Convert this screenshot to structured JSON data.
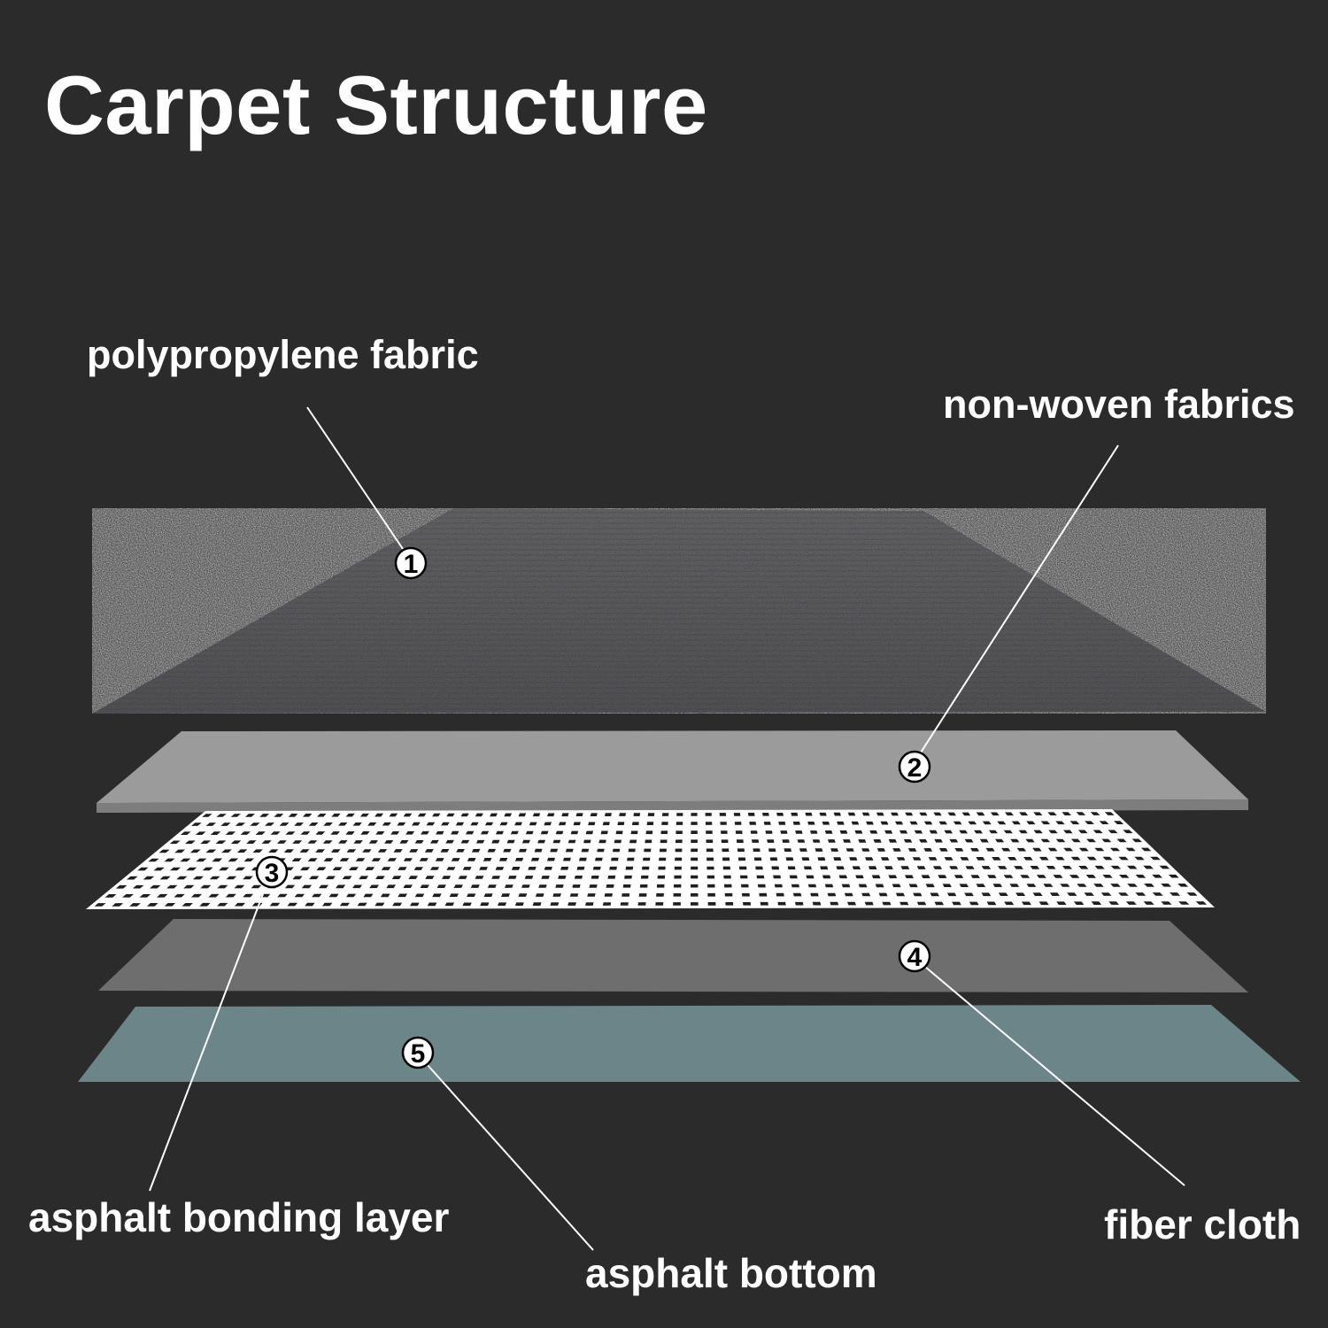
{
  "title": "Carpet Structure",
  "colors": {
    "background": "#2b2b2b",
    "text": "#ffffff",
    "carpet_top": "#5a5a5e",
    "non_woven": "#9b9b9b",
    "grid_mesh": "#ffffff",
    "fiber_cloth": "#6e6e6e",
    "asphalt_bottom": "#6c8589"
  },
  "layers": [
    {
      "number": "1",
      "name": "polypropylene fabric"
    },
    {
      "number": "2",
      "name": "non-woven fabrics"
    },
    {
      "number": "3",
      "name": "asphalt bonding layer"
    },
    {
      "number": "4",
      "name": "fiber cloth"
    },
    {
      "number": "5",
      "name": "asphalt bottom"
    }
  ]
}
